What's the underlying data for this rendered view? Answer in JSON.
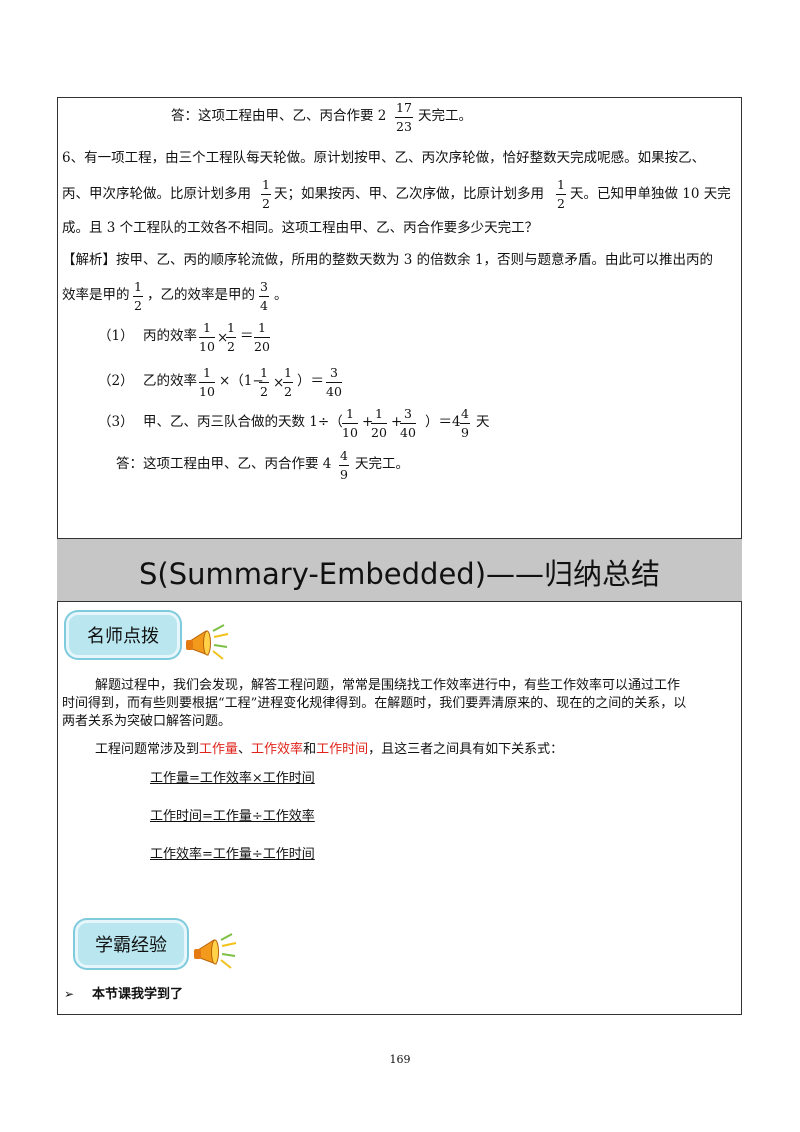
{
  "top": {
    "answer1_pre": "答：这项工程由甲、乙、丙合作要 2",
    "answer1_frac": {
      "n": "17",
      "d": "23"
    },
    "answer1_post": "天完工。",
    "q6_line1": "6、有一项工程，由三个工程队每天轮做。原计划按甲、乙、丙次序轮做，恰好整数天完成呢感。如果按乙、",
    "q6_line2_a": "丙、甲次序轮做。比原计划多用",
    "q6_line2_b": "天；如果按丙、甲、乙次序做，比原计划多用",
    "q6_line2_c": "天。已知甲单独做 10 天完",
    "q6_line3": "成。且 3 个工程队的工效各不相同。这项工程由甲、乙、丙合作要多少天完工？",
    "half": {
      "n": "1",
      "d": "2"
    },
    "analysis_line1": "【解析】按甲、乙、丙的顺序轮流做，所用的整数天数为 3 的倍数余 1，否则与题意矛盾。由此可以推出丙的",
    "analysis_line2_a": "效率是甲的",
    "analysis_line2_b": "，乙的效率是甲的",
    "analysis_line2_c": "。",
    "three_quarters": {
      "n": "3",
      "d": "4"
    },
    "step1_label": "（1）",
    "step1_text": "丙的效率",
    "step1_op": "×",
    "step1_eq": "＝",
    "f_1_10": {
      "n": "1",
      "d": "10"
    },
    "f_1_20": {
      "n": "1",
      "d": "20"
    },
    "f_3_40": {
      "n": "3",
      "d": "40"
    },
    "step2_label": "（2）",
    "step2_text": "乙的效率",
    "step2_op1": "×（1−",
    "step2_op2": "×",
    "step2_op3": "）＝",
    "step3_label": "（3）",
    "step3_text": "甲、乙、丙三队合做的天数 1÷（",
    "step3_plus": "+",
    "step3_close": "）＝4",
    "step3_unit": "天",
    "f_4_9": {
      "n": "4",
      "d": "9"
    },
    "answer2_pre": "答：这项工程由甲、乙、丙合作要 4",
    "answer2_post": "天完工。"
  },
  "banner": {
    "title": "S(Summary-Embedded)——归纳总结"
  },
  "tips": {
    "tag": "名师点拨",
    "para1_line1": "解题过程中，我们会发现，解答工程问题，常常是围绕找工作效率进行中，有些工作效率可以通过工作",
    "para1_line2": "时间得到，而有些则要根据“工程”进程变化规律得到。在解题时，我们要弄清原来的、现在的之间的关系，以",
    "para1_line3": "两者关系为突破口解答问题。",
    "para2_pre": "工程问题常涉及到",
    "para2_k1": "工作量",
    "para2_sep1": "、",
    "para2_k2": "工作效率",
    "para2_and": "和",
    "para2_k3": "工作时间",
    "para2_post": "，且这三者之间具有如下关系式：",
    "formulas": [
      "工作量=工作效率×工作时间",
      "工作时间=工作量÷工作效率",
      "工作效率=工作量÷工作时间"
    ]
  },
  "experience": {
    "tag": "学霸经验",
    "bullet": "➢",
    "learned": "本节课我学到了"
  },
  "footer": {
    "page_number": "169"
  },
  "colors": {
    "banner": "#c6c6c6",
    "tag_fill": "#b9e6ef",
    "tag_border": "#7dcbdc",
    "keyword_red": "#e0241b"
  }
}
